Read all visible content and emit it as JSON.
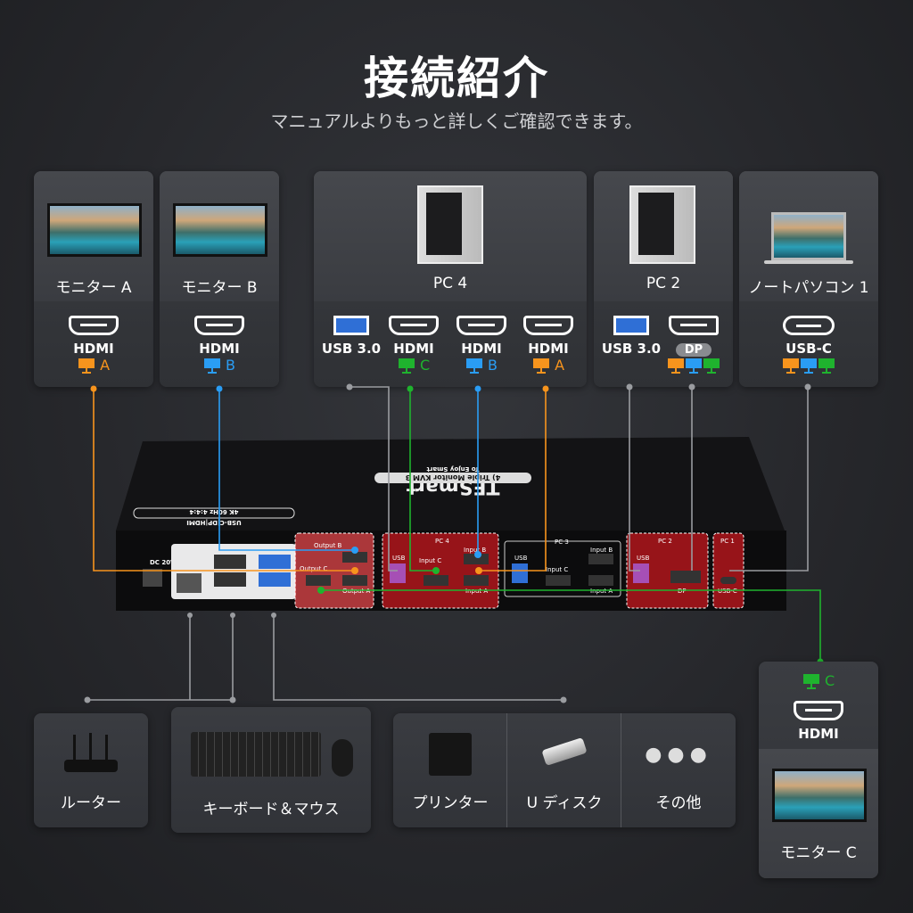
{
  "header": {
    "title": "接続紹介",
    "subtitle": "マニュアルよりもっと詳しくご確認できます。"
  },
  "colors": {
    "A": "#f7941d",
    "B": "#2a9df4",
    "C": "#1fb32e",
    "gray": "#9a9ca0"
  },
  "sources": [
    {
      "label": "モニター A",
      "port": "HDMI",
      "monitor": "A"
    },
    {
      "label": "モニター B",
      "port": "HDMI",
      "monitor": "B"
    },
    {
      "label": "PC 4",
      "ports": [
        {
          "type": "usb3",
          "text": "USB 3.0"
        },
        {
          "type": "hdmi",
          "text": "HDMI",
          "monitor": "C"
        },
        {
          "type": "hdmi",
          "text": "HDMI",
          "monitor": "B"
        },
        {
          "type": "hdmi",
          "text": "HDMI",
          "monitor": "A"
        }
      ]
    },
    {
      "label": "PC 2",
      "ports": [
        {
          "type": "usb3",
          "text": "USB 3.0"
        },
        {
          "type": "dp",
          "text": "DP"
        }
      ]
    },
    {
      "label": "ノートパソコン 1",
      "ports": [
        {
          "type": "usbc",
          "text": "USB-C"
        }
      ]
    }
  ],
  "device": {
    "brand": "TESmart",
    "tagline": "To Enjoy Smart",
    "model": "4) Triple Monitor KVM 3",
    "spec": "USB-C|DP|HDMI",
    "spec2": "4K 60Hz 4:4:4",
    "power": "DC 20V",
    "labels": {
      "out_b": "Output B",
      "out_c": "Output C",
      "out_a": "Output A",
      "pc4": "PC 4",
      "pc3": "PC 3",
      "pc2": "PC 2",
      "pc1": "PC 1",
      "usb": "USB",
      "in_a": "Input A",
      "in_b": "Input B",
      "in_c": "Input C",
      "dp": "DP",
      "usbc": "USB-C"
    }
  },
  "peripherals": [
    {
      "label": "ルーター"
    },
    {
      "label": "キーボード＆マウス"
    },
    {
      "label": "プリンター"
    },
    {
      "label": "U ディスク"
    },
    {
      "label": "その他"
    }
  ],
  "monitor_c": {
    "monitor": "C",
    "port": "HDMI",
    "label": "モニター C"
  }
}
